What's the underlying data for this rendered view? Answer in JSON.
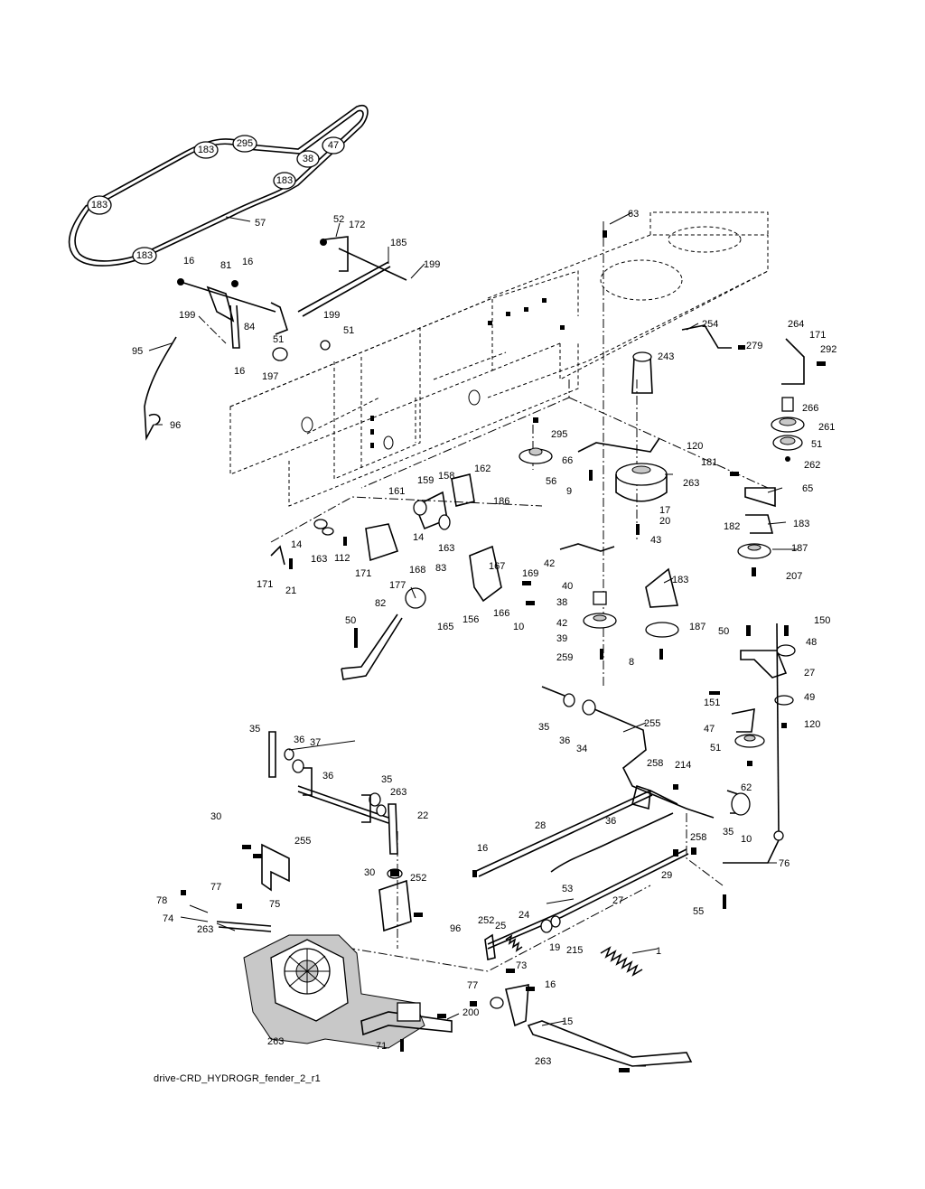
{
  "caption": "drive-CRD_HYDROGR_fender_2_r1",
  "belt_pulley_labels": [
    "183",
    "295",
    "47",
    "38",
    "183",
    "183",
    "183"
  ],
  "callouts": [
    "57",
    "52",
    "172",
    "185",
    "199",
    "16",
    "81",
    "16",
    "199",
    "84",
    "51",
    "199",
    "95",
    "16",
    "197",
    "96",
    "51",
    "63",
    "243",
    "254",
    "279",
    "264",
    "171",
    "292",
    "266",
    "261",
    "51",
    "262",
    "295",
    "66",
    "120",
    "56",
    "9",
    "263",
    "181",
    "65",
    "17",
    "20",
    "43",
    "182",
    "183",
    "187",
    "207",
    "161",
    "159",
    "158",
    "162",
    "186",
    "14",
    "163",
    "112",
    "14",
    "163",
    "83",
    "167",
    "171",
    "168",
    "169",
    "171",
    "21",
    "177",
    "42",
    "40",
    "38",
    "42",
    "39",
    "259",
    "183",
    "187",
    "8",
    "82",
    "165",
    "156",
    "166",
    "10",
    "50",
    "50",
    "150",
    "48",
    "27",
    "151",
    "49",
    "47",
    "51",
    "120",
    "62",
    "35",
    "36",
    "34",
    "255",
    "35",
    "36",
    "37",
    "258",
    "214",
    "36",
    "35",
    "263",
    "30",
    "255",
    "22",
    "28",
    "36",
    "35",
    "10",
    "258",
    "16",
    "30",
    "252",
    "29",
    "53",
    "76",
    "78",
    "77",
    "75",
    "74",
    "263",
    "96",
    "252",
    "25",
    "24",
    "19",
    "215",
    "27",
    "55",
    "1",
    "263",
    "73",
    "16",
    "77",
    "200",
    "15",
    "71",
    "263"
  ]
}
